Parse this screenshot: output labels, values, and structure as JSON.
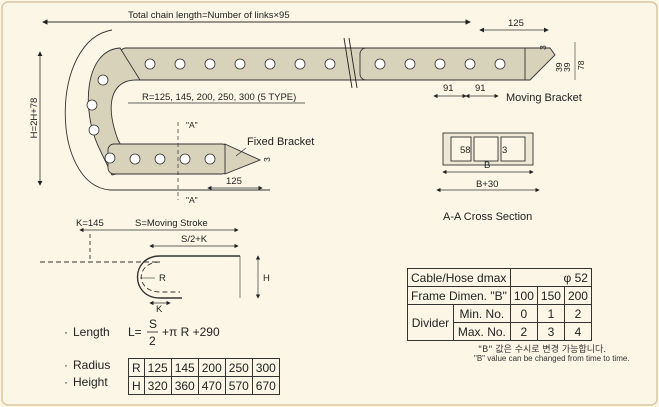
{
  "top": {
    "total_length_label": "Total chain length=Number of links×95",
    "pitch_125_top": "125",
    "dim_3_right": "3",
    "dim_39_right": "39",
    "dim_39b_right": "39",
    "dim_78_right": "78",
    "pitch_91_a": "91",
    "pitch_91_b": "91",
    "moving_bracket": "Moving Bracket",
    "radius_label": "R=125, 145, 200, 250, 300 (5 TYPE)",
    "height_label": "H=2H+78",
    "section_a_top": "\"A\"",
    "section_a_bottom": "\"A\"",
    "fixed_bracket": "Fixed Bracket",
    "dim_3_fixed": "3",
    "pitch_125_bottom": "125"
  },
  "section": {
    "dim_58": "58",
    "dim_3": "3",
    "dim_b": "B",
    "dim_b30": "B+30",
    "caption": "A-A Cross Section"
  },
  "stroke": {
    "k145": "K=145",
    "moving_stroke": "S=Moving Stroke",
    "s2k": "S/2+K",
    "r": "R",
    "h": "H",
    "k": "K"
  },
  "formula": {
    "label": "Length",
    "l_eq": "L=",
    "s": "S",
    "two": "2",
    "tail": "+π  R  +290"
  },
  "radius_table": {
    "radius_label": "Radius",
    "height_label": "Height",
    "r_key": "R",
    "h_key": "H",
    "r_values": [
      "125",
      "145",
      "200",
      "250",
      "300"
    ],
    "h_values": [
      "320",
      "360",
      "470",
      "570",
      "670"
    ]
  },
  "spec_table": {
    "cable_label": "Cable/Hose dmax",
    "cable_value": "φ 52",
    "frame_label": "Frame Dimen. \"B\"",
    "frame_values": [
      "100",
      "150",
      "200"
    ],
    "divider_label": "Divider",
    "min_label": "Min. No.",
    "min_values": [
      "0",
      "1",
      "2"
    ],
    "max_label": "Max. No.",
    "max_values": [
      "2",
      "3",
      "4"
    ]
  },
  "notes": {
    "korean": "\"B\" 값은 수시로 변경 가능합니다.",
    "english": "\"B\" value can be changed from time to time."
  }
}
